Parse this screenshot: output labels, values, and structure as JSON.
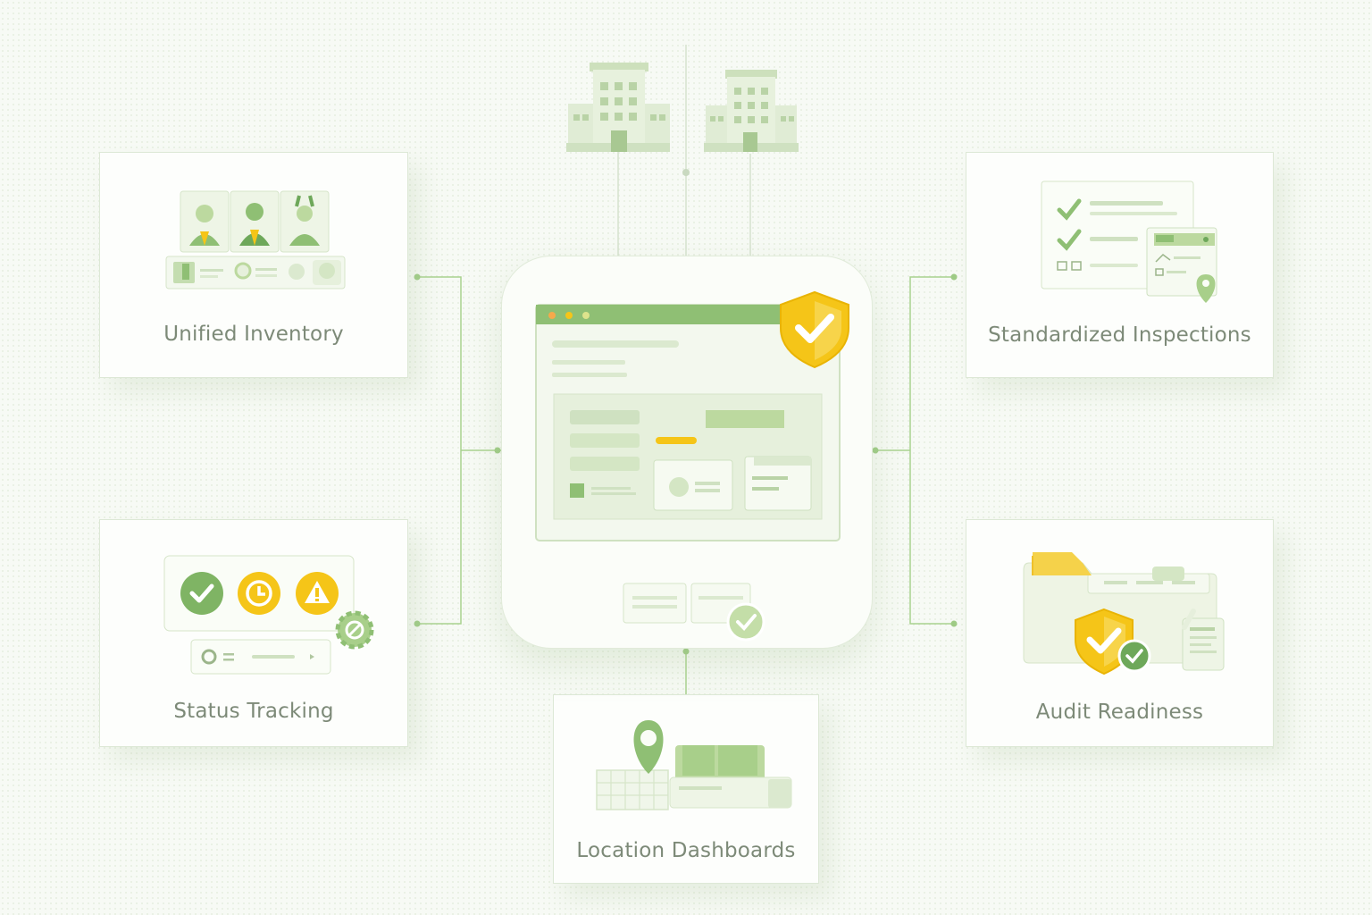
{
  "cards": {
    "inventory": {
      "label": "Unified Inventory"
    },
    "inspections": {
      "label": "Standardized Inspections"
    },
    "status": {
      "label": "Status Tracking"
    },
    "location": {
      "label": "Location Dashboards"
    },
    "audit": {
      "label": "Audit Readiness"
    }
  },
  "icons": {
    "hub_shield": "shield-check-icon",
    "buildings": "building-icon",
    "status": [
      "check-circle-icon",
      "clock-icon",
      "warning-icon"
    ]
  },
  "colors": {
    "green": "#8fbf74",
    "green_dark": "#6ea85a",
    "light_green": "#d4e6c4",
    "yellow": "#f5c518",
    "line": "#9fcb86",
    "text": "#7d8a78"
  }
}
